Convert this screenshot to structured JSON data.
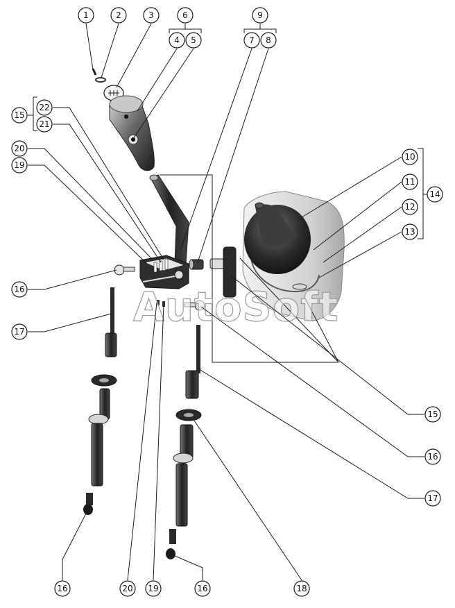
{
  "figure": {
    "watermark": "AutoSoft",
    "colors": {
      "part_dark": "#1f1f1f",
      "part_mid": "#5a5a5a",
      "part_light": "#cfcfcf",
      "line": "#1a1a1a"
    },
    "callouts": [
      {
        "id": "c1",
        "label": "1"
      },
      {
        "id": "c2",
        "label": "2"
      },
      {
        "id": "c3",
        "label": "3"
      },
      {
        "id": "c6",
        "label": "6"
      },
      {
        "id": "c4",
        "label": "4"
      },
      {
        "id": "c5",
        "label": "5"
      },
      {
        "id": "c9",
        "label": "9"
      },
      {
        "id": "c7",
        "label": "7"
      },
      {
        "id": "c8",
        "label": "8"
      },
      {
        "id": "c15a",
        "label": "15"
      },
      {
        "id": "c22",
        "label": "22"
      },
      {
        "id": "c21",
        "label": "21"
      },
      {
        "id": "c20a",
        "label": "20"
      },
      {
        "id": "c19a",
        "label": "19"
      },
      {
        "id": "c10",
        "label": "10"
      },
      {
        "id": "c11",
        "label": "11"
      },
      {
        "id": "c14",
        "label": "14"
      },
      {
        "id": "c12",
        "label": "12"
      },
      {
        "id": "c13",
        "label": "13"
      },
      {
        "id": "c16a",
        "label": "16"
      },
      {
        "id": "c17a",
        "label": "17"
      },
      {
        "id": "c15b",
        "label": "15"
      },
      {
        "id": "c16b",
        "label": "16"
      },
      {
        "id": "c17b",
        "label": "17"
      },
      {
        "id": "c16c",
        "label": "16"
      },
      {
        "id": "c20b",
        "label": "20"
      },
      {
        "id": "c19b",
        "label": "19"
      },
      {
        "id": "c16d",
        "label": "16"
      },
      {
        "id": "c18",
        "label": "18"
      }
    ]
  }
}
